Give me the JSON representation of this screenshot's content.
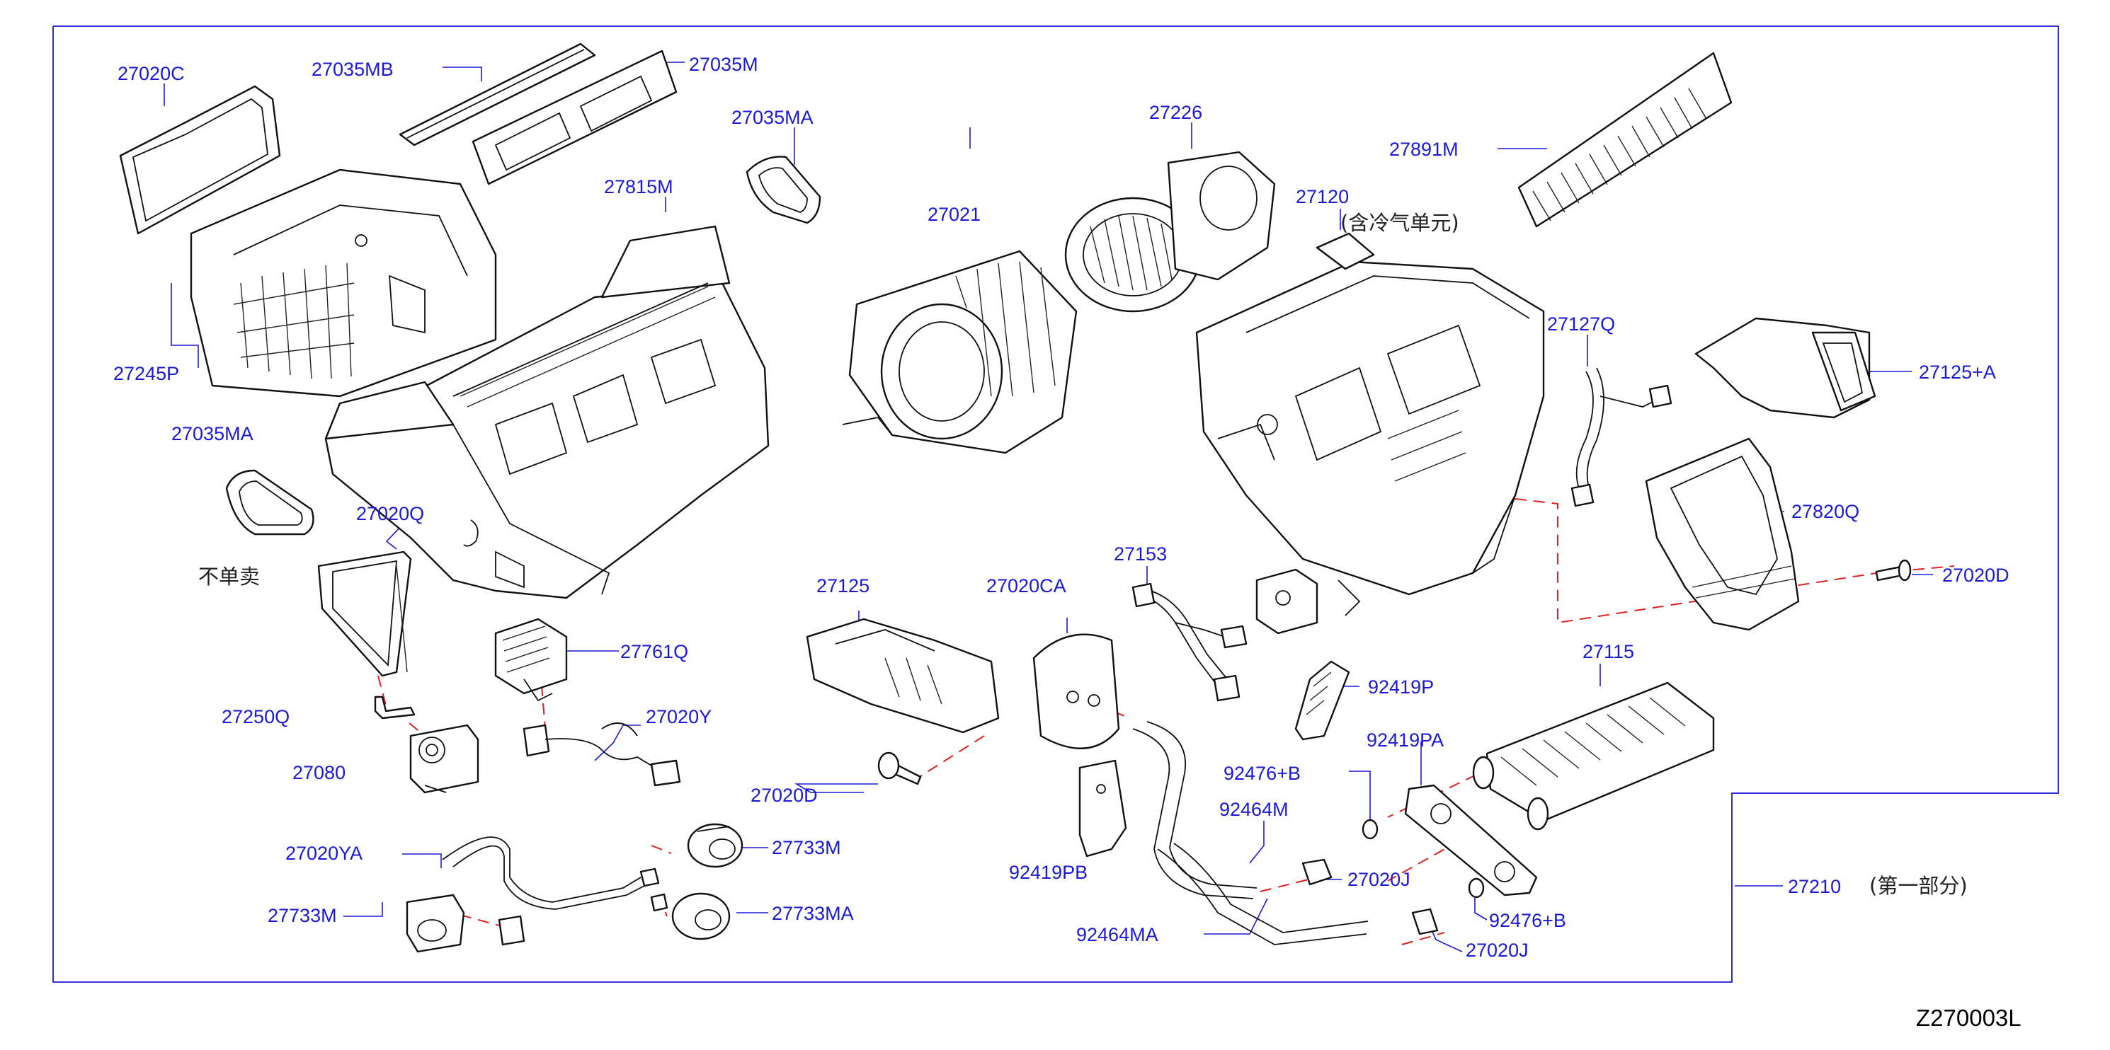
{
  "diagram": {
    "code": "Z270003L",
    "part_labels": {
      "p27020C": "27020C",
      "p27035MB": "27035MB",
      "p27035M": "27035M",
      "p27035MA_top": "27035MA",
      "p27815M": "27815M",
      "p27245P": "27245P",
      "p27035MA_left": "27035MA",
      "p27020Q": "27020Q",
      "p27761Q": "27761Q",
      "p27250Q": "27250Q",
      "p27020Y": "27020Y",
      "p27080": "27080",
      "p27020D_center": "27020D",
      "p27020YA": "27020YA",
      "p27733M_right": "27733M",
      "p27733M_left": "27733M",
      "p27733MA": "27733MA",
      "p27021": "27021",
      "p27125": "27125",
      "p27020CA": "27020CA",
      "p27226": "27226",
      "p27120": "27120",
      "p27891M": "27891M",
      "p27127Q": "27127Q",
      "p27125A": "27125+A",
      "p27820Q": "27820Q",
      "p27020D_right": "27020D",
      "p27153": "27153",
      "p92419P": "92419P",
      "p92419PA": "92419PA",
      "p27115": "27115",
      "p92476B_top": "92476+B",
      "p92464M": "92464M",
      "p92419PB": "92419PB",
      "p27020J_top": "27020J",
      "p92464MA": "92464MA",
      "p92476B_bottom": "92476+B",
      "p27020J_bottom": "27020J",
      "p27210": "27210"
    },
    "notes": {
      "with_cooling_unit": "(含冷气单元)",
      "not_sold_separately": "不单卖",
      "first_part": "(第一部分)"
    }
  }
}
